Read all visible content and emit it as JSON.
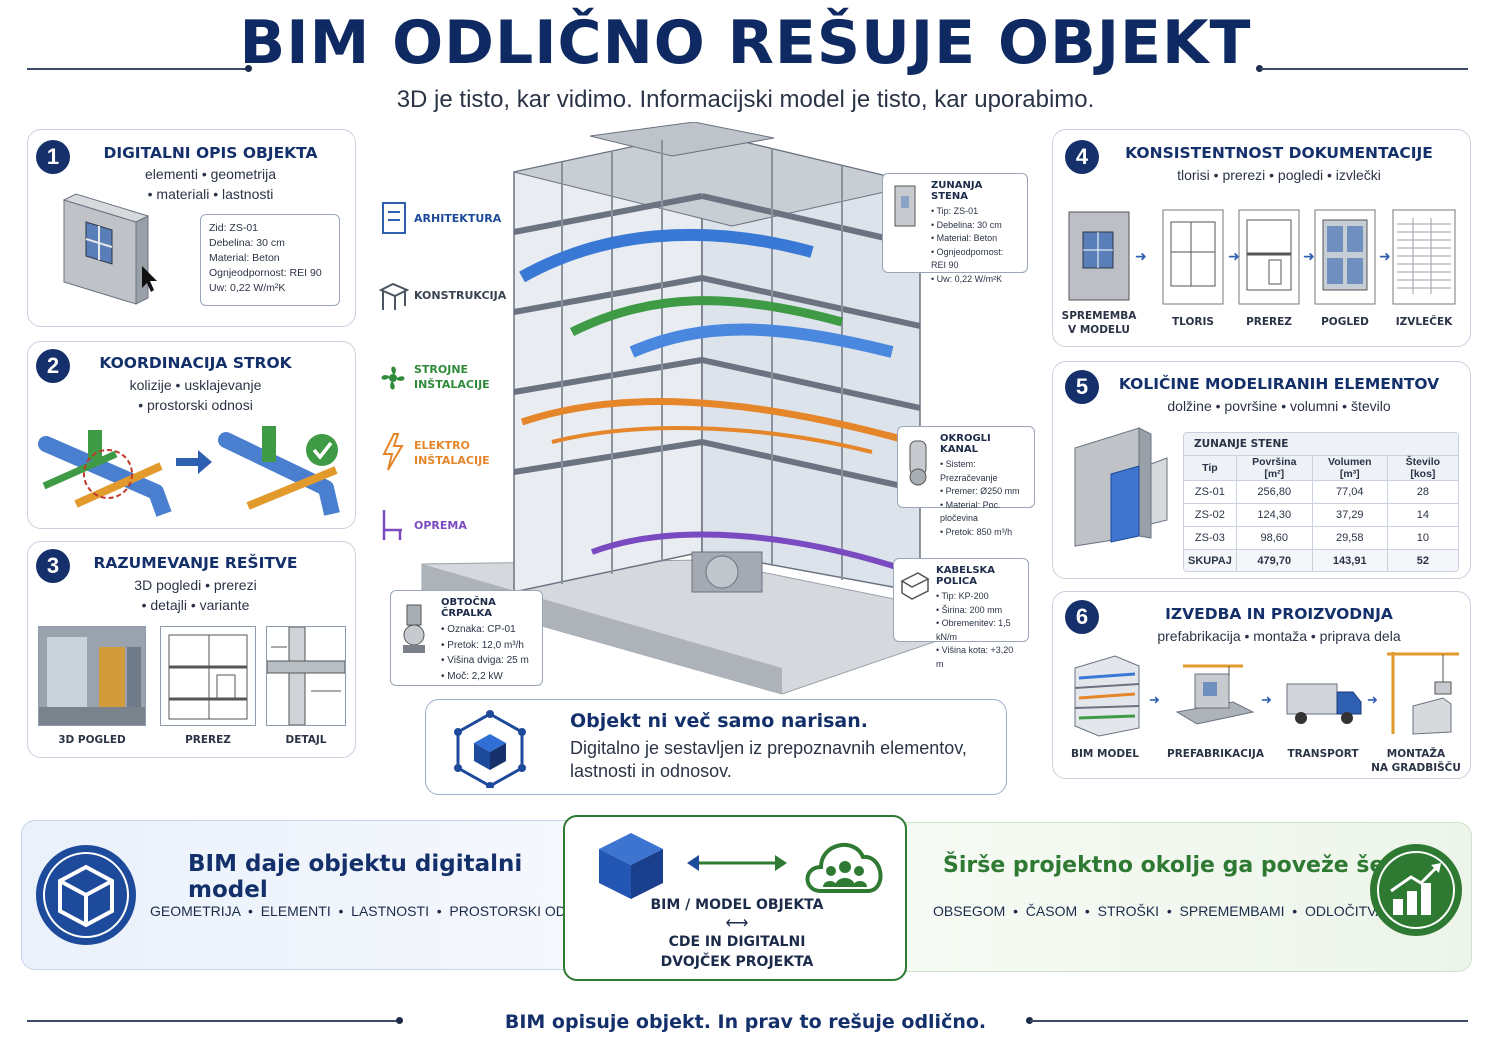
{
  "header": {
    "title": "BIM ODLIČNO REŠUJE OBJEKT",
    "subtitle": "3D je tisto, kar vidimo. Informacijski model je tisto, kar uporabimo."
  },
  "cards": {
    "c1": {
      "num": "1",
      "title": "DIGITALNI OPIS OBJEKTA",
      "sub1": "elementi • geometrija",
      "sub2": "• materiali • lastnosti",
      "props": [
        "Zid: ZS-01",
        "Debelina: 30 cm",
        "Material: Beton",
        "Ognjeodpornost: REI 90",
        "Uw: 0,22 W/m²K"
      ]
    },
    "c2": {
      "num": "2",
      "title": "KOORDINACIJA STROK",
      "sub1": "kolizije • usklajevanje",
      "sub2": "• prostorski odnosi"
    },
    "c3": {
      "num": "3",
      "title": "RAZUMEVANJE REŠITVE",
      "sub1": "3D pogledi • prerezi",
      "sub2": "• detajli • variante",
      "caps": [
        "3D POGLED",
        "PREREZ",
        "DETAJL"
      ]
    },
    "c4": {
      "num": "4",
      "title": "KONSISTENTNOST DOKUMENTACIJE",
      "sub": "tlorisi • prerezi • pogledi • izvlečki",
      "caps": [
        "SPREMEMBA",
        "V MODELU",
        "TLORIS",
        "PREREZ",
        "POGLED",
        "IZVLEČEK"
      ]
    },
    "c5": {
      "num": "5",
      "title": "KOLIČINE MODELIRANIH ELEMENTOV",
      "sub": "dolžine • površine • volumni • število",
      "table": {
        "caption": "ZUNANJE STENE",
        "headers": [
          "Tip",
          "Površina [m²]",
          "Volumen [m³]",
          "Število [kos]"
        ],
        "rows": [
          [
            "ZS-01",
            "256,80",
            "77,04",
            "28"
          ],
          [
            "ZS-02",
            "124,30",
            "37,29",
            "14"
          ],
          [
            "ZS-03",
            "98,60",
            "29,58",
            "10"
          ],
          [
            "SKUPAJ",
            "479,70",
            "143,91",
            "52"
          ]
        ]
      }
    },
    "c6": {
      "num": "6",
      "title": "IZVEDBA IN PROIZVODNJA",
      "sub": "prefabrikacija • montaža • priprava dela",
      "caps": [
        "BIM MODEL",
        "PREFABRIKACIJA",
        "TRANSPORT",
        "MONTAŽA",
        "NA GRADBIŠČU"
      ]
    }
  },
  "disciplines": {
    "arh": "ARHITEKTURA",
    "kon": "KONSTRUKCIJA",
    "str1": "STROJNE",
    "str2": "INŠTALACIJE",
    "ele1": "ELEKTRO",
    "ele2": "INŠTALACIJE",
    "opr": "OPREMA"
  },
  "infoboxes": {
    "wall": {
      "title": "ZUNANJA STENA",
      "lines": [
        "• Tip: ZS-01",
        "• Debelina: 30 cm",
        "• Material: Beton",
        "• Ognjeodpornost: REI 90",
        "• Uw: 0,22 W/m²K"
      ]
    },
    "duct": {
      "title": "OKROGLI KANAL",
      "lines": [
        "• Sistem: Prezračevanje",
        "• Premer: Ø250 mm",
        "• Material: Poc. pločevina",
        "• Pretok: 850 m³/h"
      ]
    },
    "pump": {
      "title": "OBTOČNA ČRPALKA",
      "lines": [
        "• Oznaka: CP-01",
        "• Pretok: 12,0 m³/h",
        "• Višina dviga: 25 m",
        "• Moč: 2,2 kW"
      ]
    },
    "tray": {
      "title": "KABELSKA POLICA",
      "lines": [
        "• Tip: KP-200",
        "• Širina: 200 mm",
        "• Obremenitev: 1,5 kN/m",
        "• Višina kota: +3,20 m"
      ]
    }
  },
  "callout": {
    "title": "Objekt ni več samo narisan.",
    "line1": "Digitalno je sestavljen iz prepoznavnih elementov,",
    "line2": "lastnosti in odnosov."
  },
  "bottom": {
    "left_title": "BIM daje objektu digitalni model",
    "left_items": "GEOMETRIJA  •  ELEMENTI  •  LASTNOSTI  •  PROSTORSKI ODNOSI",
    "mid1": "BIM / MODEL OBJEKTA",
    "mid2": "CDE IN DIGITALNI",
    "mid3": "DVOJČEK PROJEKTA",
    "right_title": "Širše projektno okolje ga poveže še z",
    "right_items": "OBSEGOM  •  ČASOM  •  STROŠKI  •  SPREMEMBAMI  •  ODLOČITVAMI"
  },
  "footer": "BIM opisuje objekt. In prav to rešuje odlično.",
  "colors": {
    "navy": "#13306b",
    "blue": "#2f6fd6",
    "green": "#2f8a3a",
    "orange": "#e5862a",
    "purple": "#7a4bc0"
  }
}
